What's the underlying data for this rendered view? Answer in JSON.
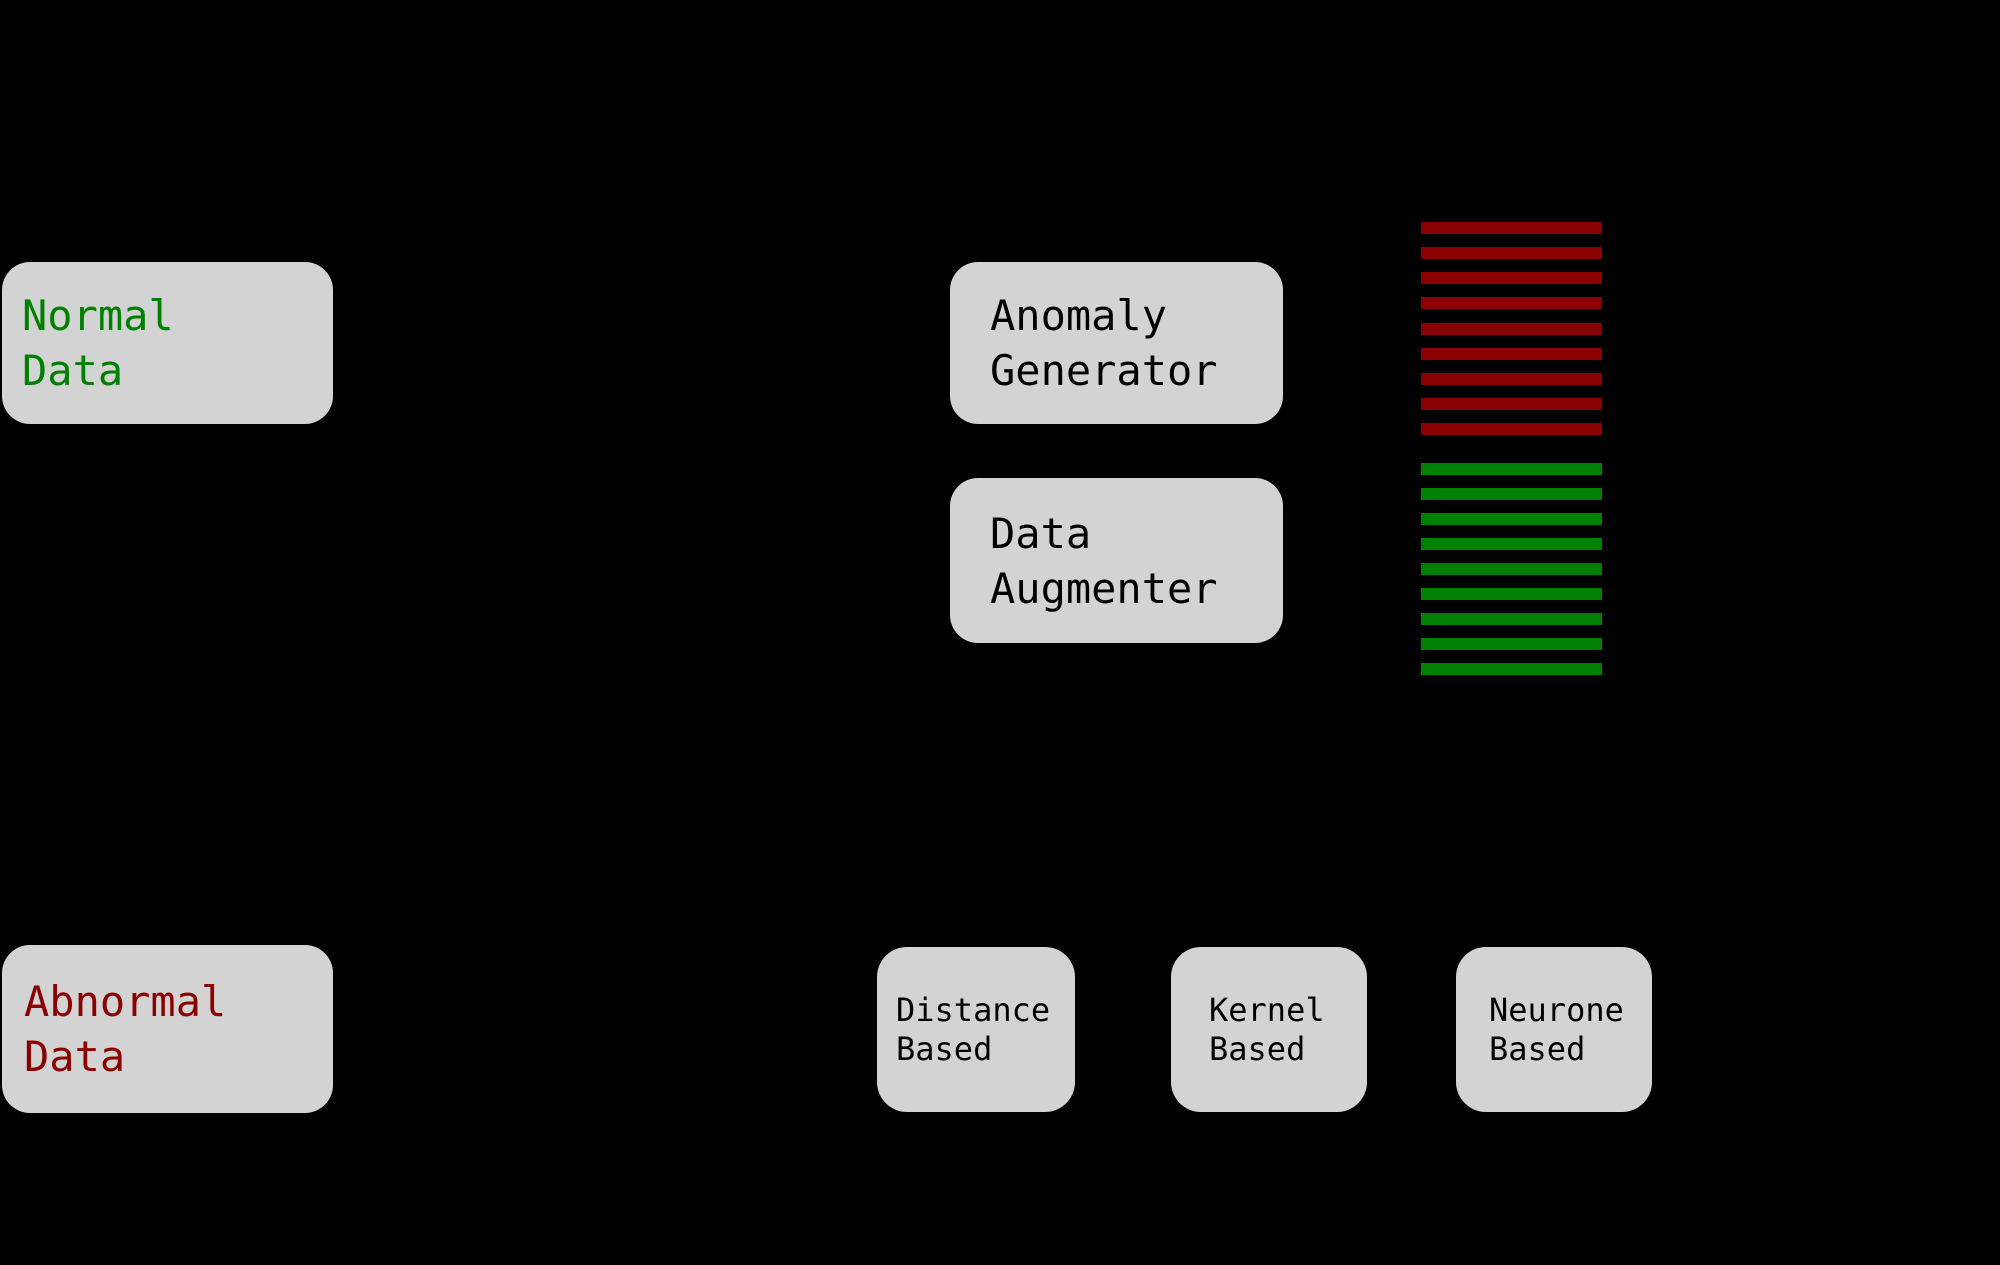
{
  "canvas": {
    "background": "#000000",
    "node_fill": "#d3d3d3"
  },
  "nodes": {
    "normal_data": {
      "label": "Normal\nData",
      "text_color": "#008000"
    },
    "anomaly_generator": {
      "label": "Anomaly\nGenerator",
      "text_color": "#000000"
    },
    "data_augmenter": {
      "label": "Data\nAugmenter",
      "text_color": "#000000"
    },
    "abnormal_data": {
      "label": "Abnormal\nData",
      "text_color": "#8b0000"
    },
    "distance_based": {
      "label": "Distance\nBased",
      "text_color": "#000000"
    },
    "kernel_based": {
      "label": "Kernel\nBased",
      "text_color": "#000000"
    },
    "neurone_based": {
      "label": "Neurone\nBased",
      "text_color": "#000000"
    }
  },
  "stripes": [
    {
      "name": "anomalous-stripes",
      "semantic": "generated-anomalous-data-rows",
      "color": "#8b0000",
      "count": 9
    },
    {
      "name": "augmented-stripes",
      "semantic": "augmented-normal-data-rows",
      "color": "#008000",
      "count": 9
    }
  ]
}
